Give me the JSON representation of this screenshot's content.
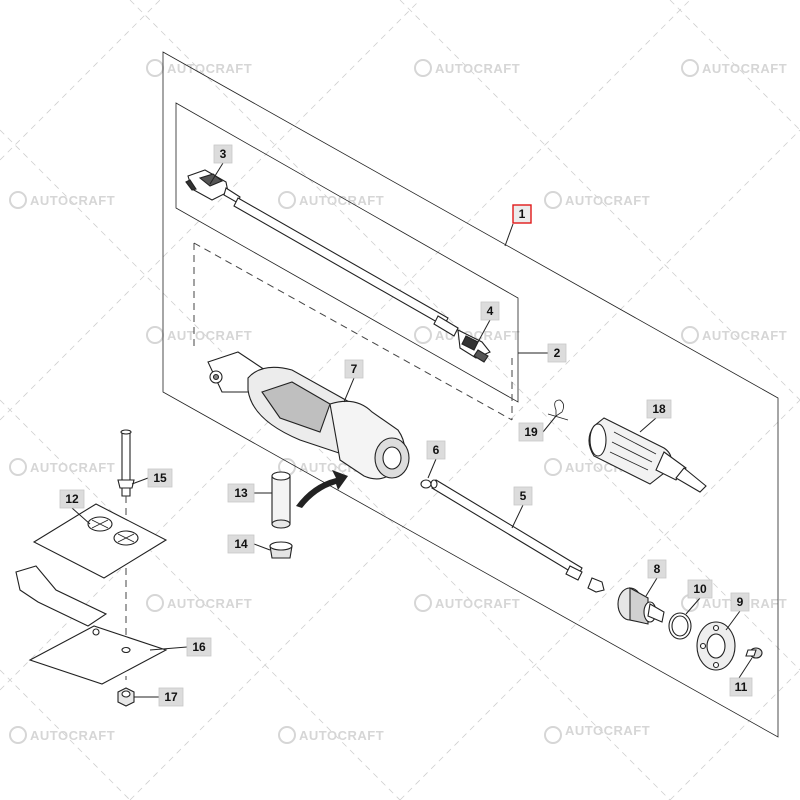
{
  "watermark": {
    "text": "AUTOCRAFT"
  },
  "callouts": [
    {
      "id": "1",
      "label": "1",
      "highlight": true
    },
    {
      "id": "2",
      "label": "2"
    },
    {
      "id": "3",
      "label": "3"
    },
    {
      "id": "4",
      "label": "4"
    },
    {
      "id": "5",
      "label": "5"
    },
    {
      "id": "6",
      "label": "6"
    },
    {
      "id": "7",
      "label": "7"
    },
    {
      "id": "8",
      "label": "8"
    },
    {
      "id": "9",
      "label": "9"
    },
    {
      "id": "10",
      "label": "10"
    },
    {
      "id": "11",
      "label": "11"
    },
    {
      "id": "12",
      "label": "12"
    },
    {
      "id": "13",
      "label": "13"
    },
    {
      "id": "14",
      "label": "14"
    },
    {
      "id": "15",
      "label": "15"
    },
    {
      "id": "16",
      "label": "16"
    },
    {
      "id": "17",
      "label": "17"
    },
    {
      "id": "18",
      "label": "18"
    },
    {
      "id": "19",
      "label": "19"
    }
  ],
  "colors": {
    "highlight": "#e11919",
    "label_fill": "#dcdcdc",
    "line": "#222222"
  }
}
